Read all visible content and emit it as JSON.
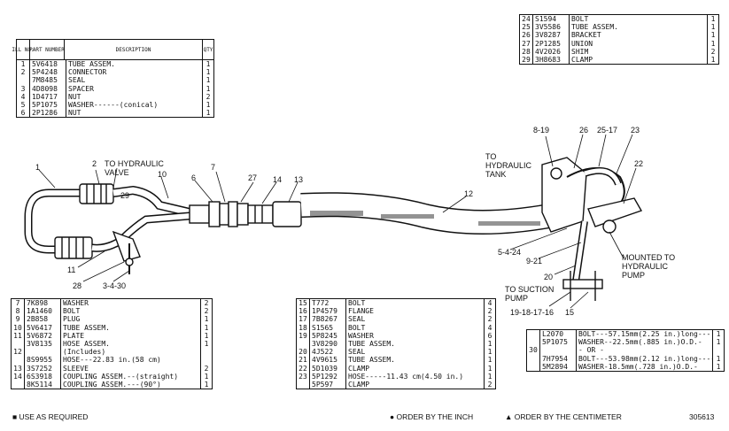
{
  "top_left_table": {
    "headers": {
      "ill_no": "ILL NO.",
      "part_number": "PART NUMBER",
      "description": "DESCRIPTION",
      "qty": "QTY"
    },
    "rows": [
      {
        "no": "1",
        "part": "5V6418",
        "desc": "TUBE ASSEM.",
        "qty": "1"
      },
      {
        "no": "2",
        "part": "5P4248",
        "desc": "CONNECTOR",
        "qty": "1"
      },
      {
        "no": "",
        "part": "7M8485",
        "desc": "SEAL",
        "qty": "1"
      },
      {
        "no": "3",
        "part": "4D8098",
        "desc": "SPACER",
        "qty": "1"
      },
      {
        "no": "4",
        "part": "1D4717",
        "desc": "NUT",
        "qty": "2"
      },
      {
        "no": "5",
        "part": "5P1075",
        "desc": "WASHER------(conical)",
        "qty": "1"
      },
      {
        "no": "6",
        "part": "2P1286",
        "desc": "NUT",
        "qty": "1"
      }
    ]
  },
  "top_right_table": {
    "rows": [
      {
        "no": "24",
        "part": "S1594",
        "desc": "BOLT",
        "qty": "1"
      },
      {
        "no": "25",
        "part": "3V5586",
        "desc": "TUBE ASSEM.",
        "qty": "1"
      },
      {
        "no": "26",
        "part": "3V8287",
        "desc": "BRACKET",
        "qty": "1"
      },
      {
        "no": "27",
        "part": "2P1285",
        "desc": "UNION",
        "qty": "1"
      },
      {
        "no": "28",
        "part": "4V2026",
        "desc": "SHIM",
        "qty": "2"
      },
      {
        "no": "29",
        "part": "3H8683",
        "desc": "CLAMP",
        "qty": "1"
      }
    ]
  },
  "bottom_left_table": {
    "rows": [
      {
        "no": "7",
        "part": "7K898",
        "desc": "WASHER",
        "qty": "2"
      },
      {
        "no": "8",
        "part": "1A1460",
        "desc": "BOLT",
        "qty": "2"
      },
      {
        "no": "9",
        "part": "2B858",
        "desc": "PLUG",
        "qty": "1"
      },
      {
        "no": "10",
        "part": "5V6417",
        "desc": "TUBE ASSEM.",
        "qty": "1"
      },
      {
        "no": "11",
        "part": "5V6872",
        "desc": "PLATE",
        "qty": "1"
      },
      {
        "no": "",
        "part": "3V8135",
        "desc": "HOSE ASSEM.",
        "qty": "1"
      },
      {
        "no": "12",
        "part": "",
        "desc": "(Includes)",
        "qty": ""
      },
      {
        "no": "",
        "part": "8S9955",
        "desc": "HOSE---22.83 in.(58 cm)",
        "qty": ""
      },
      {
        "no": "13",
        "part": "3S7252",
        "desc": "SLEEVE",
        "qty": "2"
      },
      {
        "no": "14",
        "part": "6S3918",
        "desc": "COUPLING ASSEM.--(straight)",
        "qty": "1"
      },
      {
        "no": "",
        "part": "8K5114",
        "desc": "COUPLING ASSEM.---(90°)",
        "qty": "1"
      }
    ]
  },
  "bottom_mid_table": {
    "rows": [
      {
        "no": "15",
        "part": "T772",
        "desc": "BOLT",
        "qty": "4"
      },
      {
        "no": "16",
        "part": "1P4579",
        "desc": "FLANGE",
        "qty": "2"
      },
      {
        "no": "17",
        "part": "7B8267",
        "desc": "SEAL",
        "qty": "2"
      },
      {
        "no": "18",
        "part": "S1565",
        "desc": "BOLT",
        "qty": "4"
      },
      {
        "no": "19",
        "part": "5P8245",
        "desc": "WASHER",
        "qty": "6"
      },
      {
        "no": "",
        "part": "3V8290",
        "desc": "TUBE ASSEM.",
        "qty": "1"
      },
      {
        "no": "20",
        "part": "4J522",
        "desc": "SEAL",
        "qty": "1"
      },
      {
        "no": "21",
        "part": "4V9615",
        "desc": "TUBE ASSEM.",
        "qty": "1"
      },
      {
        "no": "22",
        "part": "5D1039",
        "desc": "CLAMP",
        "qty": "1"
      },
      {
        "no": "23",
        "part": "5P1292",
        "desc": "HOSE-----11.43 cm(4.50 in.)",
        "qty": "1"
      },
      {
        "no": "",
        "part": "5P597",
        "desc": "CLAMP",
        "qty": "2"
      }
    ]
  },
  "bottom_right_table": {
    "rows": [
      {
        "no": "",
        "part": "L2070",
        "desc": "BOLT---57.15mm(2.25 in.)long---",
        "qty": "1"
      },
      {
        "no": "",
        "part": "5P1075",
        "desc": "WASHER--22.5mm(.885 in.)O.D.-",
        "qty": "1"
      },
      {
        "no": "30",
        "part": "",
        "desc": "- OR -",
        "qty": ""
      },
      {
        "no": "",
        "part": "7H7954",
        "desc": "BOLT---53.98mm(2.12 in.)long----",
        "qty": "1"
      },
      {
        "no": "",
        "part": "5M2894",
        "desc": "WASHER-18.5mm(.728 in.)O.D.-",
        "qty": "1"
      }
    ]
  },
  "callouts": {
    "c1": "1",
    "c2": "2",
    "c6": "6",
    "c7": "7",
    "c8_19": "8-19",
    "c10": "10",
    "c11": "11",
    "c12": "12",
    "c13": "13",
    "c14": "14",
    "c15": "15",
    "c20": "20",
    "c22": "22",
    "c23": "23",
    "c25_17": "25-17",
    "c26": "26",
    "c27": "27",
    "c28": "28",
    "c29": "29",
    "c3_4_30": "3-4-30",
    "c5_4_24": "5-4-24",
    "c9_21": "9-21",
    "c19_18_17_16": "19-18-17-16"
  },
  "labels": {
    "to_hydraulic_valve": "TO HYDRAULIC VALVE",
    "to_hydraulic_tank": "TO HYDRAULIC TANK",
    "mounted_pump": "MOUNTED TO HYDRAULIC PUMP",
    "to_suction_pump": "TO SUCTION PUMP"
  },
  "footer": {
    "use_as_required": "USE AS REQUIRED",
    "order_by_inch": "ORDER BY THE INCH",
    "order_by_centimeter": "ORDER BY THE CENTIMETER",
    "figure_number": "305613"
  }
}
